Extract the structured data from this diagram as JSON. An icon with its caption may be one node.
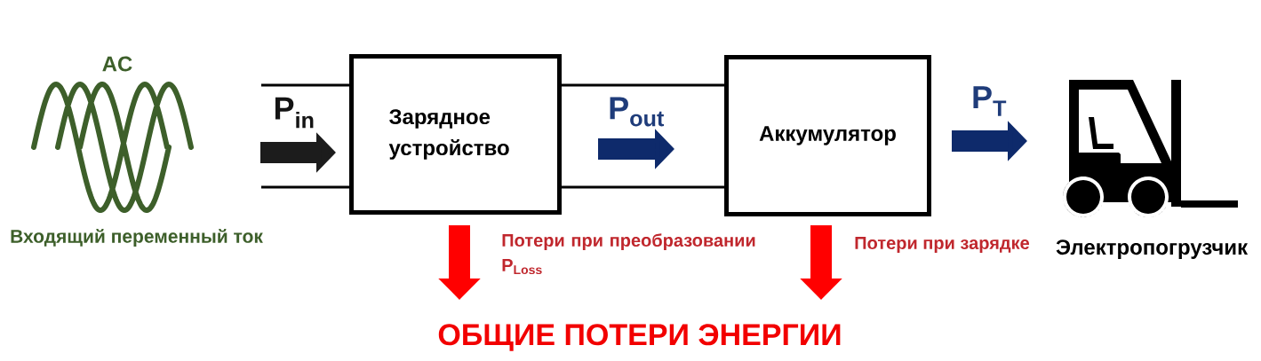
{
  "diagram": {
    "nodes": [
      {
        "text": [
          "AC",
          "Входящий переменный ток"
        ]
      },
      {
        "text": [
          "Зарядное устройство"
        ]
      },
      {
        "text": [
          "Аккумулятор"
        ]
      },
      {
        "text": [
          "Электропогрузчик"
        ]
      },
      {
        "text": [
          "ОБЩИЕ ПОТЕРИ ЭНЕРГИИ"
        ]
      }
    ],
    "edges": [
      {
        "from": 0,
        "to": 1,
        "arrow": "to",
        "label": "P$_{in}$",
        "color": "#1c1c1c"
      },
      {
        "from": 1,
        "to": 2,
        "arrow": "to",
        "label": "P$_{out}$",
        "color": "#0e2a6b"
      },
      {
        "from": 2,
        "to": 3,
        "arrow": "to",
        "label": "P$_{T}$",
        "color": "#0e2a6b"
      },
      {
        "from": 1,
        "to": 4,
        "arrow": "to",
        "label": "Потери при преобразовании P$_{Loss}$",
        "color": "#ff0000"
      },
      {
        "from": 2,
        "to": 4,
        "arrow": "to",
        "label": "Потери при зарядке",
        "color": "#ff0000"
      }
    ]
  }
}
